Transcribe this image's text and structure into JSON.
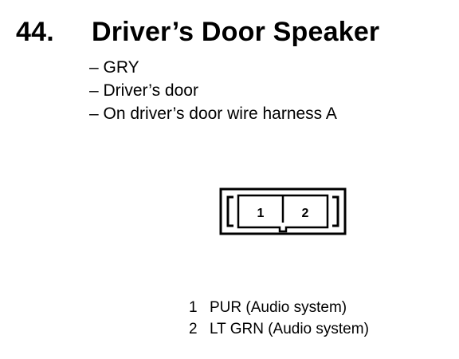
{
  "header": {
    "number": "44.",
    "title": "Driver’s Door Speaker"
  },
  "details": [
    "– GRY",
    "– Driver’s door",
    "– On driver’s door wire harness A"
  ],
  "connector": {
    "pin_labels": [
      "1",
      "2"
    ]
  },
  "pins": [
    {
      "number": "1",
      "description": "PUR (Audio system)"
    },
    {
      "number": "2",
      "description": "LT GRN (Audio system)"
    }
  ]
}
